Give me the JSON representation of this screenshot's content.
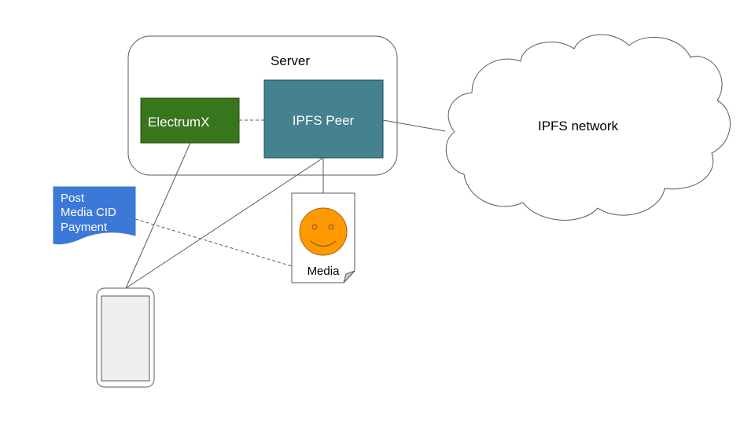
{
  "server": {
    "label": "Server"
  },
  "electrumx": {
    "label": "ElectrumX",
    "color": "#38761d"
  },
  "ipfs_peer": {
    "label": "IPFS Peer",
    "color": "#45818e"
  },
  "ipfs_network": {
    "label": "IPFS network"
  },
  "post_note": {
    "lines": [
      "Post",
      "Media CID",
      "Payment"
    ],
    "color": "#3c78d8"
  },
  "media": {
    "label": "Media",
    "face_color": "#ff9900"
  },
  "phone": {
    "screen_color": "#efefef"
  }
}
